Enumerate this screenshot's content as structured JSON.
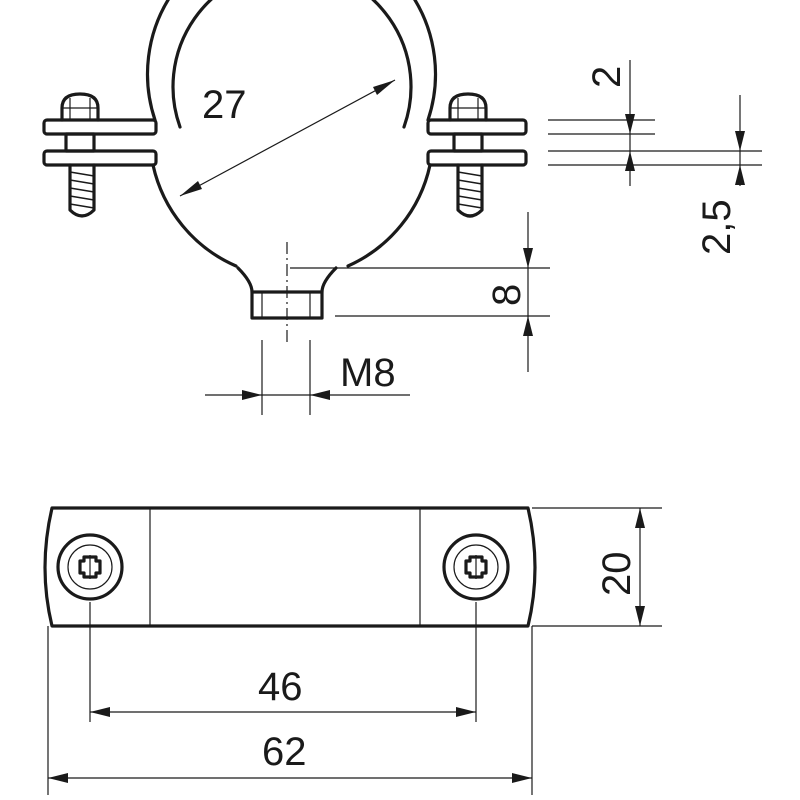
{
  "dimensions": {
    "pipe_diameter": "27",
    "band_thickness": "2",
    "band_gap": "2,5",
    "boss_height": "8",
    "thread_size": "M8",
    "band_width": "20",
    "screw_spacing": "46",
    "overall_length": "62"
  }
}
